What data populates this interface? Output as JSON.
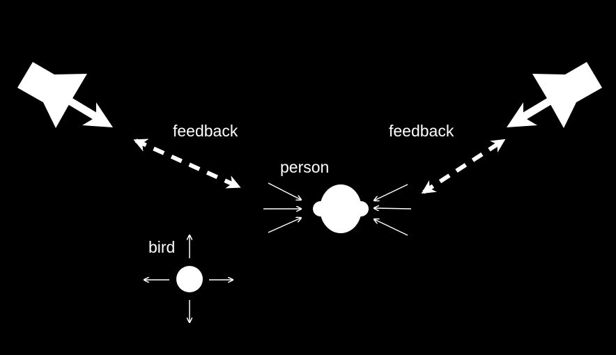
{
  "labels": {
    "feedback_left": "feedback",
    "feedback_right": "feedback",
    "person": "person",
    "bird": "bird"
  },
  "colors": {
    "background": "#000000",
    "foreground": "#ffffff"
  }
}
